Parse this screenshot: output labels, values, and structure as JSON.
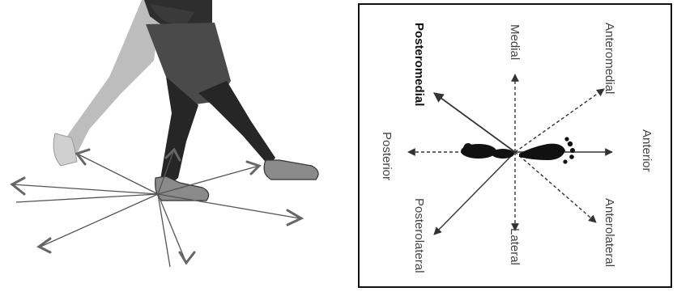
{
  "diagram": {
    "directions": {
      "medial": "Medial",
      "anteromedial": "Anteromedial",
      "anterior": "Anterior",
      "anterolateral": "Anterolateral",
      "lateral": "Lateral",
      "posterolateral": "Posterolateral",
      "posterior": "Posterior",
      "posteromedial": "Posteromedial"
    },
    "highlighted_direction": "Posteromedial",
    "colors": {
      "line": "#333333",
      "figure_dark": "#2a2a2a",
      "figure_light": "#b8b8b8"
    }
  }
}
